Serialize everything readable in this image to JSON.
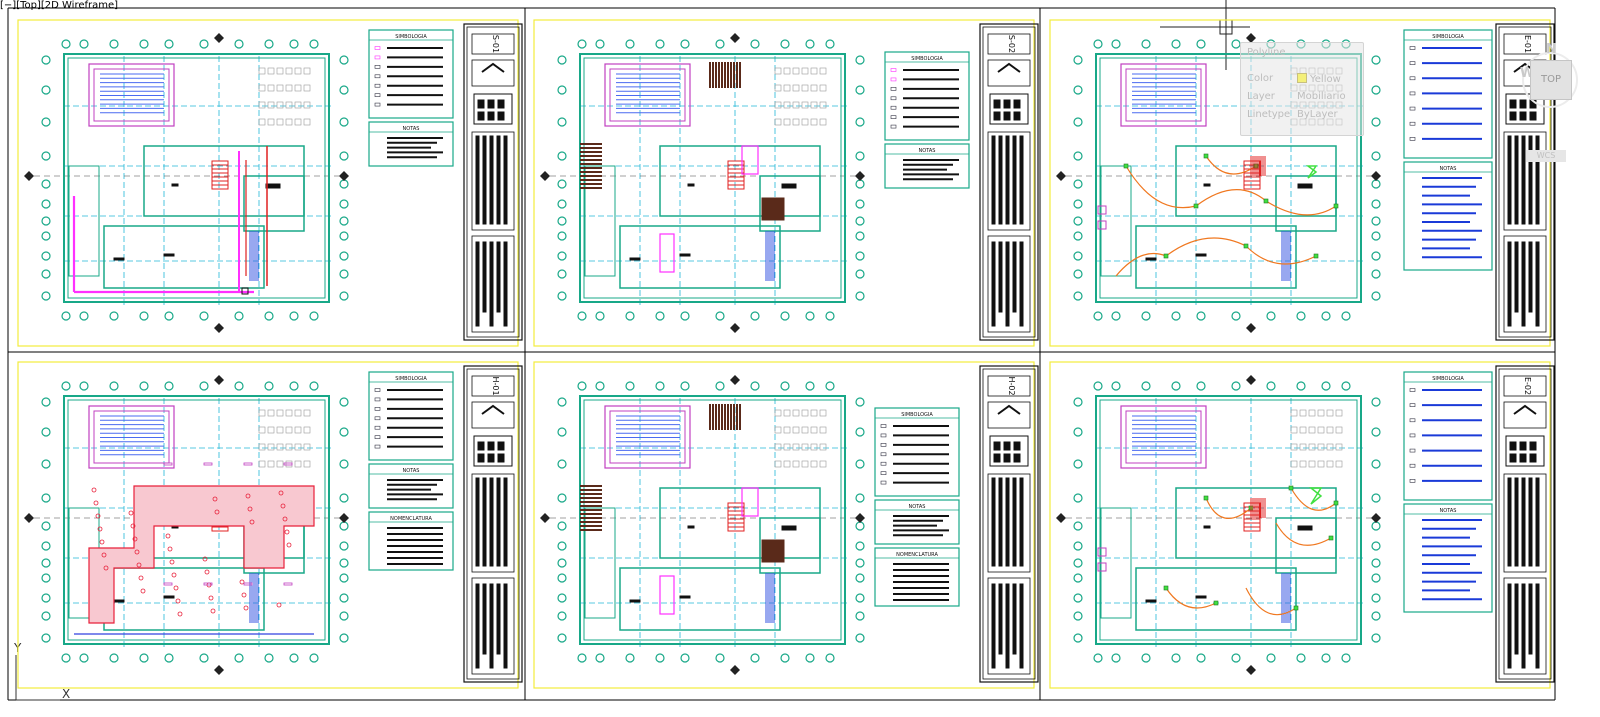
{
  "viewport": {
    "label": "[−][Top][2D Wireframe]"
  },
  "tooltip": {
    "title": "Polyline",
    "rows": [
      {
        "key": "Color",
        "value": "Yellow"
      },
      {
        "key": "Layer",
        "value": "Mobiliario"
      },
      {
        "key": "Linetype",
        "value": "ByLayer"
      }
    ]
  },
  "viewcube": {
    "face": "TOP",
    "north": "N",
    "west": "W",
    "wcs": "WCS"
  },
  "ucs": {
    "y": "Y",
    "x": "X"
  },
  "sheets": [
    {
      "id": "S-01",
      "legend": "SIMBOLOGIA",
      "notes": "NOTAS",
      "nomenclature": ""
    },
    {
      "id": "S-02",
      "legend": "SIMBOLOGIA",
      "notes": "NOTAS",
      "nomenclature": ""
    },
    {
      "id": "E-01",
      "legend": "SIMBOLOGIA",
      "notes": "NOTAS",
      "nomenclature": ""
    },
    {
      "id": "H-01",
      "legend": "SIMBOLOGIA",
      "notes": "NOTAS",
      "nomenclature": "NOMENCLATURA"
    },
    {
      "id": "H-02",
      "legend": "SIMBOLOGIA",
      "notes": "NOTAS",
      "nomenclature": "NOMENCLATURA"
    },
    {
      "id": "E-02",
      "legend": "SIMBOLOGIA",
      "notes": "NOTAS",
      "nomenclature": ""
    }
  ],
  "colors": {
    "frame": "#f2ec3c",
    "wall": "#18a888",
    "grid": "#22b8d8",
    "pool": "#c040c0",
    "water": "#ff30ff",
    "drain": "#e02020",
    "electric": "#f07820",
    "light": "#40e040",
    "legend_text": "#1a3ad8",
    "stair": "#5a2a1a",
    "hatch": "#e8203a"
  }
}
